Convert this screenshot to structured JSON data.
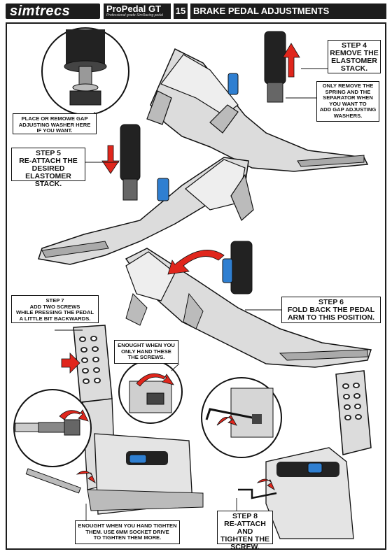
{
  "header": {
    "logo": "simtrecs",
    "product_name": "ProPedal GT",
    "product_subtitle": "Professional grade SimRacing pedal",
    "page_number": "15",
    "page_title": "BRAKE PEDAL ADJUSTMENTS"
  },
  "callouts": {
    "gap_washer": [
      "PLACE OR REMOWE GAP",
      "ADJUSTING WASHER HERE",
      "IF YOU WANT."
    ],
    "step4": [
      "STEP 4",
      "REMOVE THE",
      "ELASTOMER",
      "STACK."
    ],
    "only_remove": [
      "ONLY REMOVE THE",
      "SPRING AND THE",
      "SEPARATOR WHEN",
      "YOU WANT TO",
      "ADD GAP ADJUSTING",
      "WASHERS."
    ],
    "step5": [
      "STEP 5",
      "RE-ATTACH THE",
      "DESIRED",
      "ELASTOMER STACK."
    ],
    "step6": [
      "STEP 6",
      "FOLD BACK THE PEDAL",
      "ARM TO THIS POSITION."
    ],
    "step7": [
      "STEP 7",
      "ADD TWO SCREWS",
      "WHILE PRESSING THE PEDAL",
      "A LITTLE BIT BACKWARDS."
    ],
    "enough_hand": [
      "ENOUGHT WHEN YOU",
      "ONLY HAND THESE",
      "THE SCREWS."
    ],
    "enough_tighten": [
      "ENOUGHT WHEN YOU HAND TIGHTEN",
      "THEM. USE 6mm SOCKET DRIVE",
      "TO TIGHTEN THEM MORE."
    ],
    "step8": [
      "STEP 8",
      "RE-ATTACH AND",
      "TIGHTEN THE",
      "SCREW."
    ]
  },
  "colors": {
    "arrow_red": "#e0261c",
    "part_blue": "#2f7fd1",
    "ink": "#111111",
    "metal": "#d8d8d8"
  }
}
